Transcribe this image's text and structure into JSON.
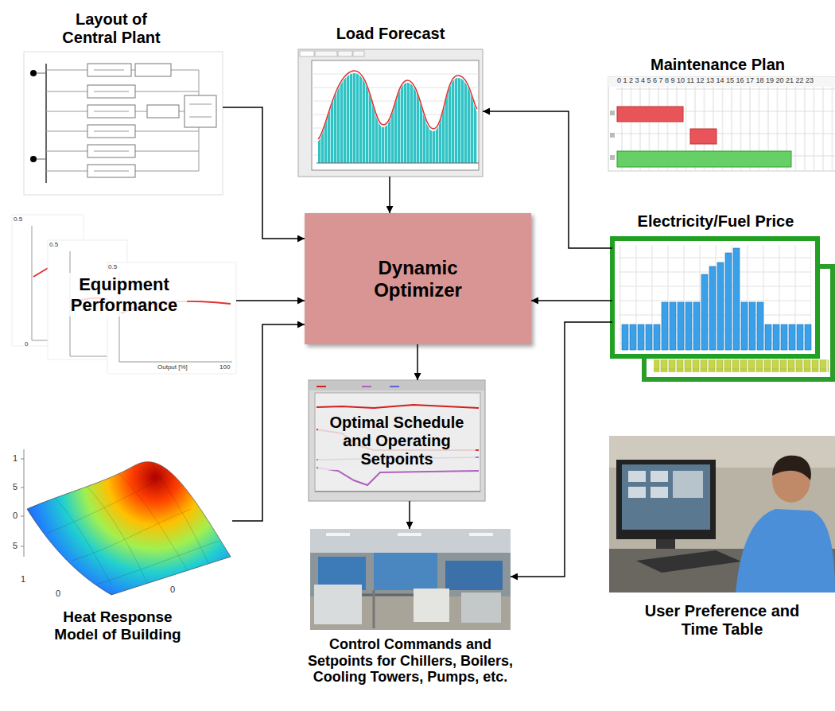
{
  "diagram": {
    "nodes": [
      {
        "text": [
          "Layout of Central Plant"
        ]
      },
      {
        "text": [
          "Load Forecast"
        ]
      },
      {
        "text": [
          "Maintenance Plan"
        ]
      },
      {
        "text": [
          "Equipment Performance"
        ]
      },
      {
        "text": [
          "Dynamic Optimizer"
        ]
      },
      {
        "text": [
          "Electricity/Fuel Price"
        ]
      },
      {
        "text": [
          "Optimal Schedule and Operating Setpoints"
        ]
      },
      {
        "text": [
          "Heat Response Model of Building"
        ]
      },
      {
        "text": [
          "Control Commands and Setpoints for Chillers, Boilers, Cooling Towers, Pumps, etc."
        ]
      },
      {
        "text": [
          "User Preference and Time Table"
        ]
      }
    ],
    "edges": [
      {
        "from": 0,
        "to": 4,
        "arrow": "to"
      },
      {
        "from": 1,
        "to": 4,
        "arrow": "to"
      },
      {
        "from": 5,
        "to": 1,
        "arrow": "to"
      },
      {
        "from": 3,
        "to": 4,
        "arrow": "to"
      },
      {
        "from": 5,
        "to": 4,
        "arrow": "to"
      },
      {
        "from": 7,
        "to": 4,
        "arrow": "to"
      },
      {
        "from": 4,
        "to": 6,
        "arrow": "to"
      },
      {
        "from": 6,
        "to": 8,
        "arrow": "to"
      },
      {
        "from": 5,
        "to": 8,
        "arrow": "to"
      }
    ],
    "labels": [
      "0 1 2 3 4 5 6 7 8 9 10 11 12 13 14 15 16 17 18 19 20 21 22 23",
      "0.5",
      "0.5",
      "0.5",
      "0",
      "Output [%]",
      "100",
      "1",
      "5",
      "0",
      "5",
      "1",
      "0",
      "0"
    ]
  }
}
